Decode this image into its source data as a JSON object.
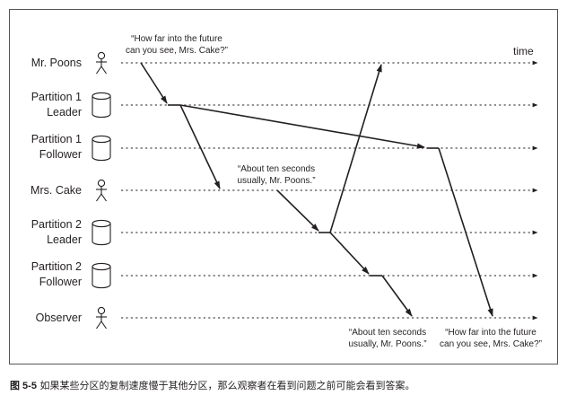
{
  "diagram": {
    "time_label": "time",
    "lanes": [
      {
        "id": "mr-poons",
        "label_lines": [
          "Mr. Poons"
        ],
        "icon": "person-icon"
      },
      {
        "id": "p1-leader",
        "label_lines": [
          "Partition 1",
          "Leader"
        ],
        "icon": "database-icon"
      },
      {
        "id": "p1-follower",
        "label_lines": [
          "Partition 1",
          "Follower"
        ],
        "icon": "database-icon"
      },
      {
        "id": "mrs-cake",
        "label_lines": [
          "Mrs. Cake"
        ],
        "icon": "person-icon"
      },
      {
        "id": "p2-leader",
        "label_lines": [
          "Partition 2",
          "Leader"
        ],
        "icon": "database-icon"
      },
      {
        "id": "p2-follower",
        "label_lines": [
          "Partition 2",
          "Follower"
        ],
        "icon": "database-icon"
      },
      {
        "id": "observer",
        "label_lines": [
          "Observer"
        ],
        "icon": "person-icon"
      }
    ],
    "quotes": {
      "poons_question": [
        "“How far into the future",
        "can you see, Mrs. Cake?”"
      ],
      "cake_answer": [
        "“About ten seconds",
        "usually, Mr. Poons.”"
      ],
      "observer_answer": [
        "“About ten seconds",
        "usually, Mr. Poons.”"
      ],
      "observer_question": [
        "“How far into the future",
        "can you see, Mrs. Cake?”"
      ]
    }
  },
  "caption": {
    "figure_label": "图 5-5",
    "text": " 如果某些分区的复制速度慢于其他分区，那么观察者在看到问题之前可能会看到答案。"
  }
}
